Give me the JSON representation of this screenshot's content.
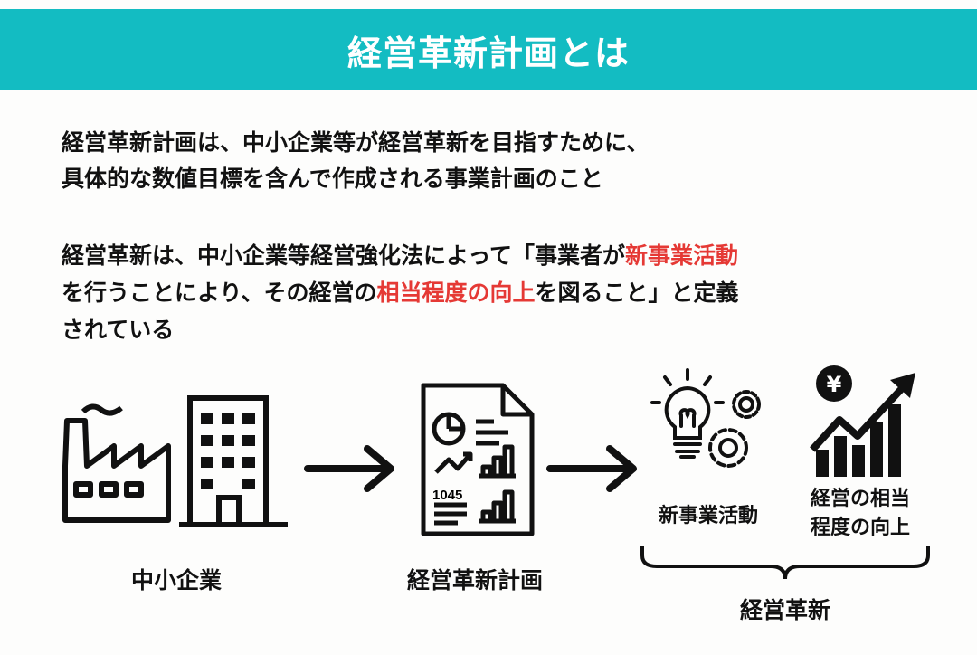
{
  "header": {
    "title": "経営革新計画とは"
  },
  "paragraph1": {
    "line1": "経営革新計画は、中小企業等が経営革新を目指すために、",
    "line2": "具体的な数値目標を含んで作成される事業計画のこと"
  },
  "paragraph2": {
    "part1": "経営革新は、中小企業等経営強化法によって「事業者が",
    "highlight1": "新事業活動",
    "part2": "を行うことにより、その経営の",
    "highlight2": "相当程度の向上",
    "part3": "を図ること」と定義",
    "part4": "されている"
  },
  "colors": {
    "header_bg": "#13bcc2",
    "highlight": "#e53935"
  },
  "diagram": {
    "sme_label": "中小企業",
    "plan_label": "経営革新計画",
    "plan_doc_number": "1045",
    "yen_symbol": "¥",
    "new_business_label": "新事業活動",
    "improvement_label_line1": "経営の相当",
    "improvement_label_line2": "程度の向上",
    "innovation_label": "経営革新"
  }
}
